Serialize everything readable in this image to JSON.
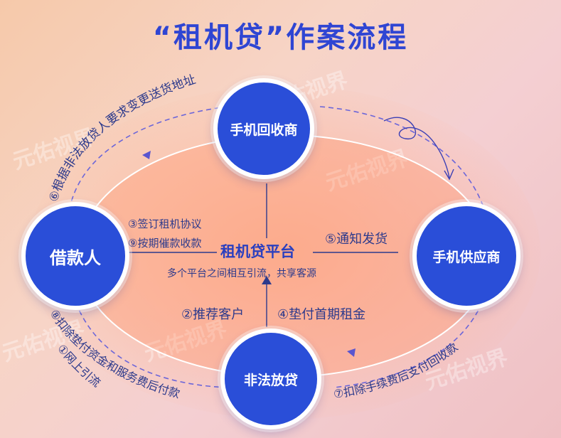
{
  "title": "“租机贷”作案流程",
  "watermark": "元佑视界",
  "nodes": {
    "recycler": "手机回收商",
    "borrower": "借款人",
    "supplier": "手机供应商",
    "lender": "非法放贷"
  },
  "platform": {
    "name": "租机贷平台",
    "subtitle": "多个平台之间相互引流，共享客源"
  },
  "steps": {
    "s1": "①网上引流",
    "s2": "②推荐客户",
    "s3": "③签订租机协议",
    "s4": "④垫付首期租金",
    "s5": "⑤通知发货",
    "s6": "⑥根据非法放贷人要求变更送货地址",
    "s7": "⑦扣除手续费后支付回收款",
    "s8": "⑧扣除垫付资金和服务费后付款",
    "s9": "⑨按期催款收款"
  },
  "colors": {
    "primary": "#2a4ed8",
    "text": "#2d3a8c",
    "dashed": "#6c66d9"
  }
}
